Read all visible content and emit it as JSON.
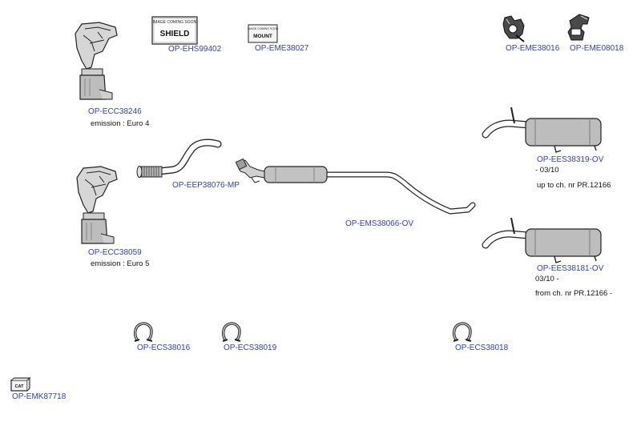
{
  "colors": {
    "link": "#2b3ec4",
    "text": "#111111",
    "outline": "#222222",
    "part_fill": "#bdbdbd",
    "background": "#ffffff"
  },
  "placeholders": {
    "image_coming_soon": "IMAGE COMING SOON",
    "shield": "SHIELD",
    "mount": "MOUNT",
    "cat": "CAT"
  },
  "parts": [
    {
      "code": "OP-ECC38246",
      "icon": "catalytic-converter-manifold-icon",
      "notes": [
        "emission : Euro 4"
      ]
    },
    {
      "code": "OP-EHS99402",
      "icon": "image-coming-soon-shield-icon",
      "notes": []
    },
    {
      "code": "OP-EME38027",
      "icon": "image-coming-soon-mount-icon",
      "notes": []
    },
    {
      "code": "OP-EME38016",
      "icon": "rubber-mount-icon",
      "notes": []
    },
    {
      "code": "OP-EME08018",
      "icon": "rubber-mount-icon",
      "notes": []
    },
    {
      "code": "OP-EEP38076-MP",
      "icon": "front-pipe-icon",
      "notes": []
    },
    {
      "code": "OP-EMS38066-OV",
      "icon": "middle-silencer-icon",
      "notes": []
    },
    {
      "code": "OP-EES38319-OV",
      "icon": "rear-silencer-icon",
      "notes": [
        "- 03/10",
        "up to ch. nr PR.12166"
      ]
    },
    {
      "code": "OP-ECC38059",
      "icon": "catalytic-converter-manifold-icon",
      "notes": [
        "emission : Euro 5"
      ]
    },
    {
      "code": "OP-EES38181-OV",
      "icon": "rear-silencer-icon",
      "notes": [
        "03/10 -",
        "from ch. nr PR.12166 -"
      ]
    },
    {
      "code": "OP-ECS38016",
      "icon": "clamp-icon",
      "notes": []
    },
    {
      "code": "OP-ECS38019",
      "icon": "clamp-icon",
      "notes": []
    },
    {
      "code": "OP-ECS38018",
      "icon": "clamp-icon",
      "notes": []
    },
    {
      "code": "OP-EMK87718",
      "icon": "mounting-kit-icon",
      "notes": []
    }
  ]
}
